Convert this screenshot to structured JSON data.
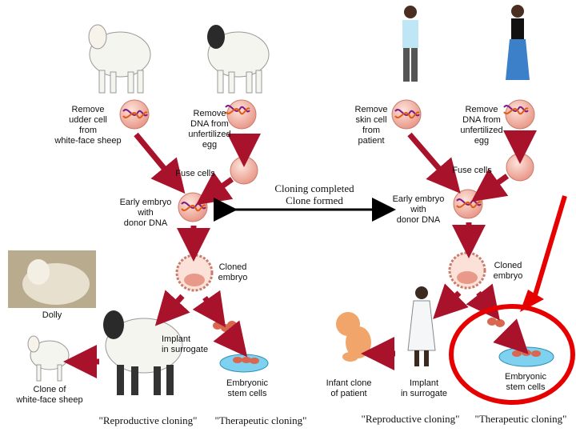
{
  "colors": {
    "arrow": "#a8122a",
    "cell": "#f4b7a8",
    "highlight": "#e60000",
    "dish": "#7fd1f0"
  },
  "left": {
    "udder_label": "Remove\nudder cell\nfrom\nwhite-face sheep",
    "dna_label": "Remove\nDNA from\nunfertilized\negg",
    "fuse_label": "Fuse cells",
    "embryo_label": "Early embryo\nwith\ndonor DNA",
    "cloned_label": "Cloned\nembryo",
    "dolly_label": "Dolly",
    "implant_label": "Implant\nin surrogate",
    "stem_label": "Embryonic\nstem cells",
    "clone_label": "Clone of\nwhite-face sheep",
    "repro_caption": "\"Reproductive cloning\"",
    "thera_caption": "\"Therapeutic cloning\""
  },
  "center": {
    "line1": "Cloning completed",
    "line2": "Clone formed"
  },
  "right": {
    "skin_label": "Remove\nskin cell\nfrom\npatient",
    "dna_label": "Remove\nDNA from\nunfertilized\negg",
    "fuse_label": "Fuse cells",
    "embryo_label": "Early embryo\nwith\ndonor DNA",
    "cloned_label": "Cloned\nembryo",
    "infant_label": "Infant clone\nof patient",
    "implant_label": "Implant\nin surrogate",
    "stem_label": "Embryonic\nstem cells",
    "repro_caption": "\"Reproductive cloning\"",
    "thera_caption": "\"Therapeutic cloning\""
  }
}
